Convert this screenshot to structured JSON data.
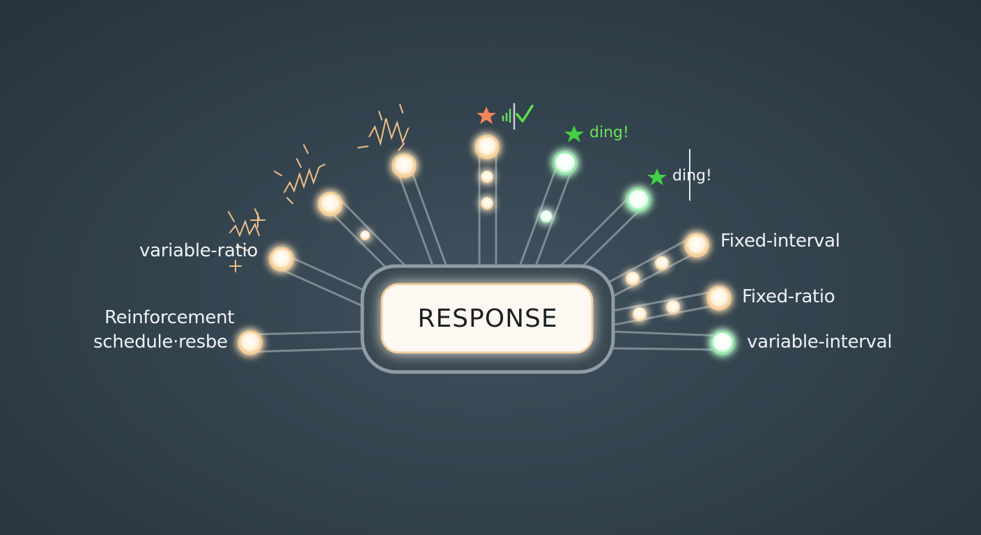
{
  "hub": {
    "label": "RESPONSE"
  },
  "schedules": {
    "reinforcement": [
      "Reinforcement",
      "schedule·resbe"
    ],
    "variable_ratio": "variable-ratio",
    "fixed_interval": "Fixed-interval",
    "fixed_ratio": "Fixed-ratio",
    "variable_interval": "variable-interval"
  },
  "feedback": {
    "ding_1": "ding!",
    "ding_2": "ding!"
  },
  "colors": {
    "background": "#33434e",
    "node_warm": "#fff3dc",
    "node_warm_glow": "#f2b66b",
    "node_green_glow": "#62d98a",
    "star_orange": "#f2845c",
    "star_green": "#44d044",
    "spark": "#f0c089",
    "check_green": "#44d044"
  },
  "icons": [
    "star-icon",
    "check-icon",
    "signal-bars-icon",
    "spark-icon"
  ]
}
